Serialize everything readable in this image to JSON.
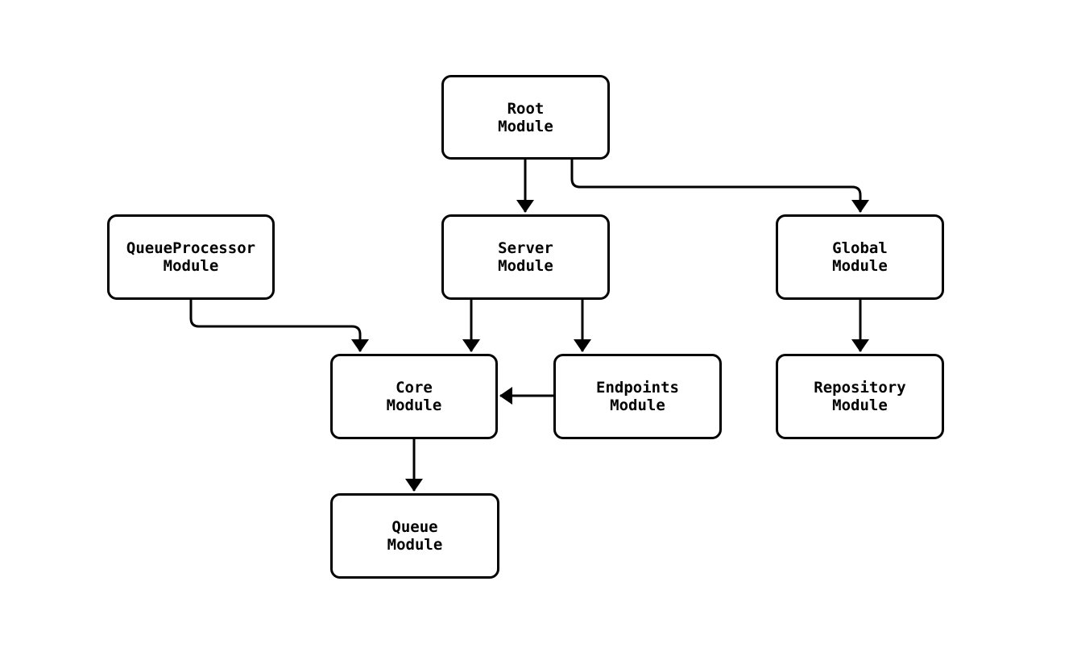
{
  "diagram": {
    "type": "module-dependency-graph",
    "nodes": [
      {
        "id": "root",
        "label": "Root\nModule"
      },
      {
        "id": "server",
        "label": "Server\nModule"
      },
      {
        "id": "queueprocessor",
        "label": "QueueProcessor\nModule"
      },
      {
        "id": "global",
        "label": "Global\nModule"
      },
      {
        "id": "core",
        "label": "Core\nModule"
      },
      {
        "id": "endpoints",
        "label": "Endpoints\nModule"
      },
      {
        "id": "repository",
        "label": "Repository\nModule"
      },
      {
        "id": "queue",
        "label": "Queue\nModule"
      }
    ],
    "edges": [
      {
        "from": "root",
        "to": "server"
      },
      {
        "from": "root",
        "to": "global"
      },
      {
        "from": "queueprocessor",
        "to": "core"
      },
      {
        "from": "server",
        "to": "core"
      },
      {
        "from": "server",
        "to": "endpoints"
      },
      {
        "from": "endpoints",
        "to": "core"
      },
      {
        "from": "global",
        "to": "repository"
      },
      {
        "from": "core",
        "to": "queue"
      }
    ],
    "colors": {
      "stroke": "#000000",
      "node_fill": "#ffffff",
      "background": "#ffffff"
    }
  }
}
